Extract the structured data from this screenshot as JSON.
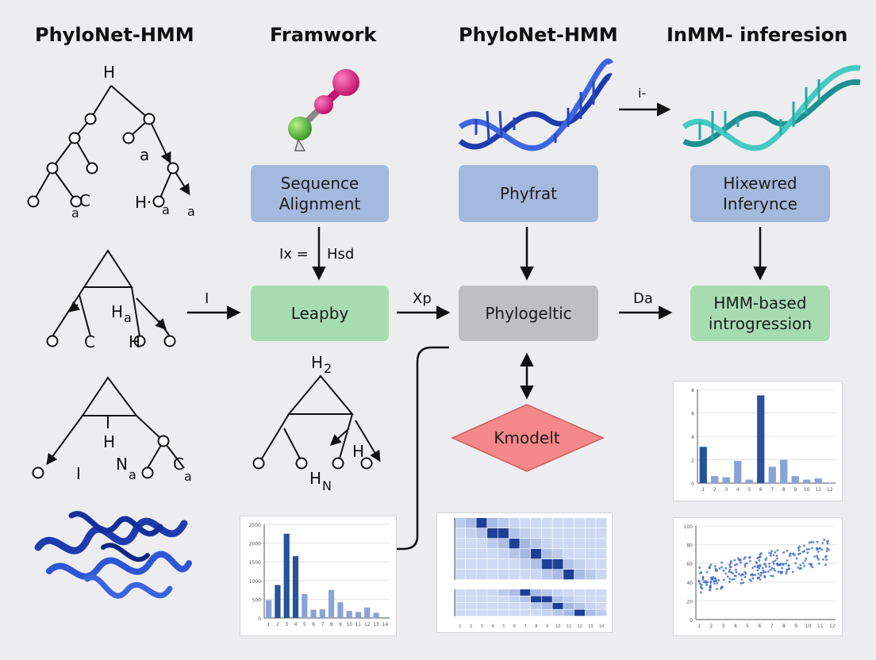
{
  "titles": {
    "col1": "PhyloNet-HMM",
    "col2": "Framwork",
    "col3": "PhyloNet-HMM",
    "col4": "InMM- inferesion"
  },
  "boxes": {
    "sequence_alignment": "Sequence\nAlignment",
    "phyfrat": "Phyfrat",
    "hixewred": "Hixewred\nInferynce",
    "leapby": "Leapby",
    "phylogeltic": "Phylogeltic",
    "hmm_introgression": "HMM-based\nintrogression",
    "kmodelt": "Kmodelt"
  },
  "edge_labels": {
    "ix": "Ix =",
    "hsd": "Hsd",
    "i_arrow": "I",
    "xp": "Xp",
    "da": "Da",
    "top_arrow": "i-"
  },
  "tree_labels": {
    "t1_root": "H",
    "t1_a_mid": "a",
    "t1_c": "C",
    "t1_a_sub": "a",
    "t1_h": "H·",
    "t1_a_right": "a",
    "t1_a_right2": "a",
    "t2_h": "H",
    "t2_a": "a",
    "t2_c": "C",
    "t2_h2": "H",
    "t3_h": "H",
    "t3_i": "I",
    "t3_n": "N",
    "t3_a1": "a",
    "t3_c": "C",
    "t3_a2": "a",
    "t4_h_top": "H",
    "t4_h_top_sub": "2",
    "t4_h_mid": "H",
    "t4_h_bottom": "H",
    "t4_h_bottom_sub": "N"
  },
  "colors": {
    "blue_box": "#a5b8de",
    "green_box": "#a7dcb3",
    "grey_box": "#bfbfc3",
    "diamond": "#f4888a",
    "bar_dark": "#27539a",
    "bar_light": "#8aa3d6",
    "dna_blue": "#2a47b8",
    "dna_teal": "#2aa8a6",
    "molecule_pink": "#e0297e",
    "molecule_green": "#5cc441"
  },
  "chart_data": [
    {
      "type": "bar",
      "categories": [
        "1",
        "2",
        "3",
        "4",
        "5",
        "6",
        "7",
        "8",
        "9",
        "10",
        "11",
        "12",
        "13",
        "14"
      ],
      "values": [
        480,
        880,
        2250,
        1650,
        640,
        220,
        230,
        750,
        420,
        190,
        160,
        280,
        140,
        20
      ],
      "ylim": [
        0,
        2500
      ],
      "yticks": [
        "0",
        "500",
        "1000",
        "1500",
        "2000",
        "2500"
      ],
      "grid": true
    },
    {
      "type": "bar",
      "categories": [
        "1",
        "2",
        "3",
        "4",
        "5",
        "6",
        "7",
        "8",
        "9",
        "10",
        "11",
        "12"
      ],
      "values": [
        3.1,
        0.6,
        0.5,
        1.9,
        0.3,
        7.5,
        1.4,
        2.0,
        0.6,
        0.3,
        0.4,
        0.05
      ],
      "ylim": [
        0,
        8
      ],
      "yticks": [
        "0",
        "2",
        "4",
        "6",
        "8"
      ],
      "grid": true
    },
    {
      "type": "scatter",
      "trend": "increasing",
      "x_range": [
        1,
        12
      ],
      "ylim": [
        0,
        100
      ],
      "yticks": [
        "0",
        "20",
        "40",
        "60",
        "80",
        "100"
      ],
      "grid": true
    },
    {
      "type": "heatmap",
      "rows": 6,
      "cols": 14,
      "description": "two stacked heatmap panels with diagonal high-intensity band"
    }
  ]
}
